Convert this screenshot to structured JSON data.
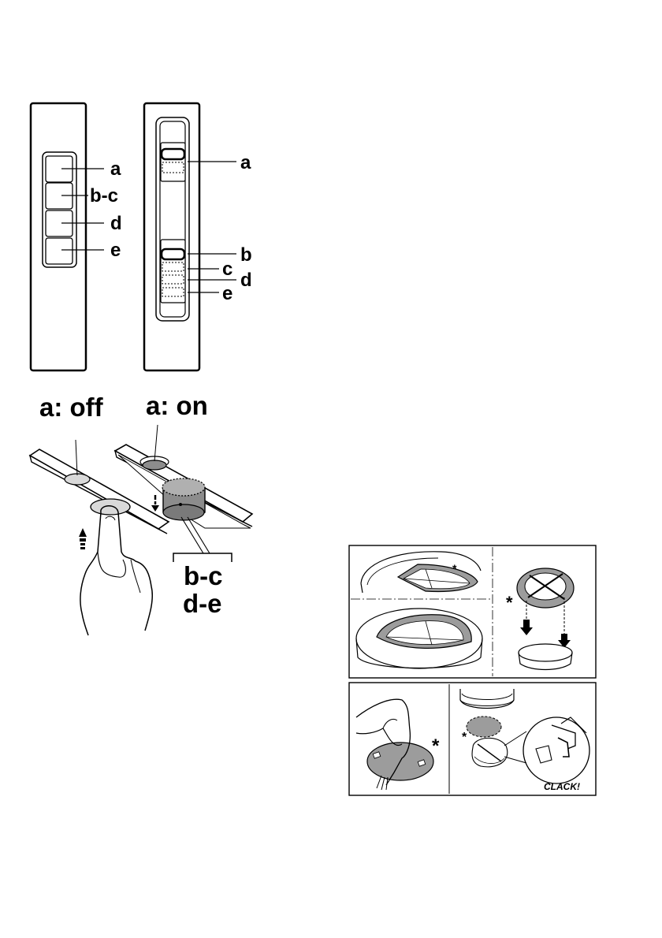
{
  "panel_a": {
    "labels": [
      "a",
      "b-c",
      "d",
      "e"
    ]
  },
  "panel_b": {
    "labels": [
      "a",
      "b",
      "c",
      "d",
      "e"
    ]
  },
  "switch_states": {
    "off_label": "a: off",
    "on_label": "a: on"
  },
  "group_label": {
    "line1": "b-c",
    "line2": "d-e"
  },
  "filter_figures": {
    "asterisk_1": "*",
    "asterisk_2": "*",
    "asterisk_3": "*",
    "asterisk_4": "*",
    "clack": "CLACK!"
  },
  "colors": {
    "ink": "#000000",
    "cap_gray": "#8c8c8c",
    "filter_gray": "#9c9c9c",
    "light_gray": "#d9d9d9"
  }
}
